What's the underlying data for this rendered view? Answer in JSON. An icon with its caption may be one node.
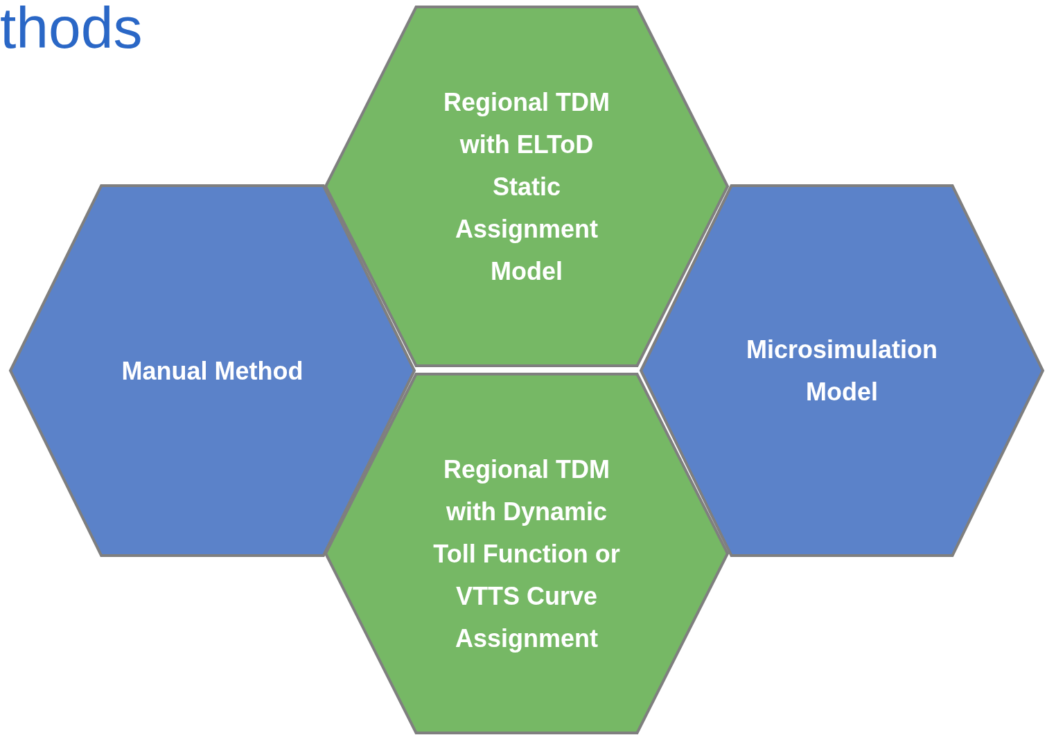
{
  "diagram": {
    "title": "thods",
    "nodes": [
      {
        "text": [
          "Regional TDM with ELToD Static Assignment Model"
        ]
      },
      {
        "text": [
          "Manual Method"
        ]
      },
      {
        "text": [
          "Microsimulation Model"
        ]
      },
      {
        "text": [
          "Regional TDM with Dynamic Toll Function or VTTS Curve Assignment"
        ]
      }
    ]
  }
}
